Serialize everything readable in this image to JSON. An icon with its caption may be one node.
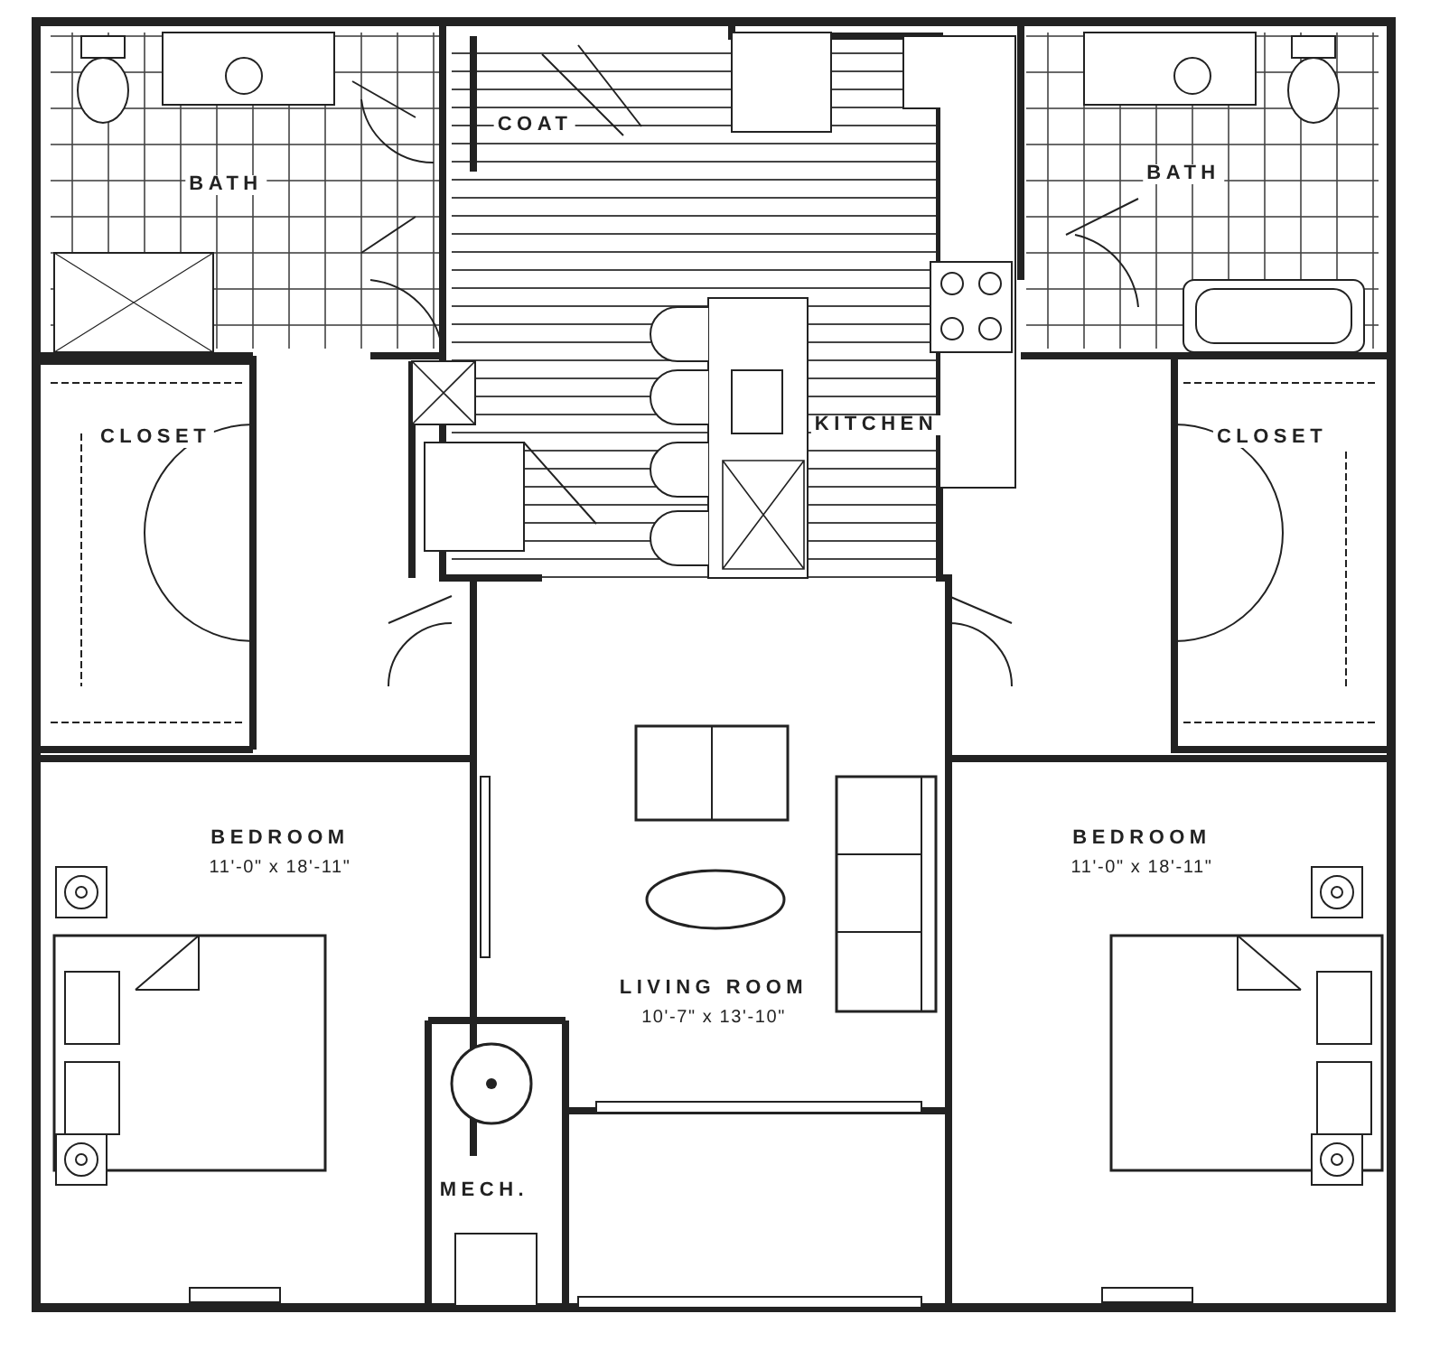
{
  "diagram": {
    "labels": [
      "COAT",
      "BATH",
      "BATH",
      "CLOSET",
      "KITCHEN",
      "CLOSET",
      "BEDROOM",
      "11'-0\" x 18'-11\"",
      "BEDROOM",
      "11'-0\" x 18'-11\"",
      "LIVING ROOM",
      "10'-7\" x 13'-10\"",
      "MECH."
    ]
  }
}
